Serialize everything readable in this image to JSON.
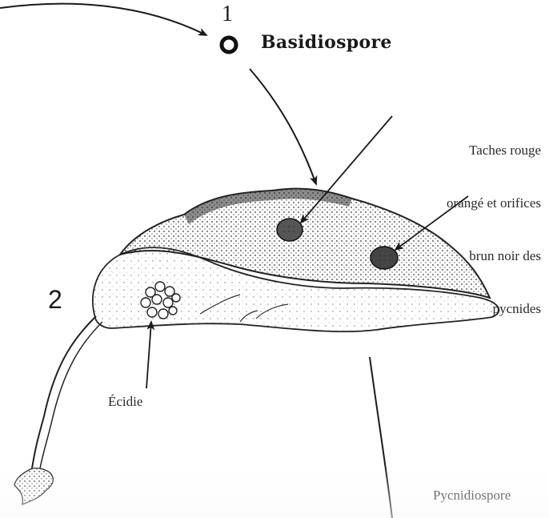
{
  "labels": {
    "stage_1": "1",
    "basidiospore": "Basidiospore",
    "stage_2": "2",
    "taches_lines": [
      "Taches rouge",
      "orangé et orifices",
      "brun noir des",
      "pycnides"
    ],
    "ecidie": "Écidie",
    "pycnidiospore": "Pycnidiospore"
  },
  "colors": {
    "ink": "#1a1a1a",
    "background": "#ffffff"
  }
}
